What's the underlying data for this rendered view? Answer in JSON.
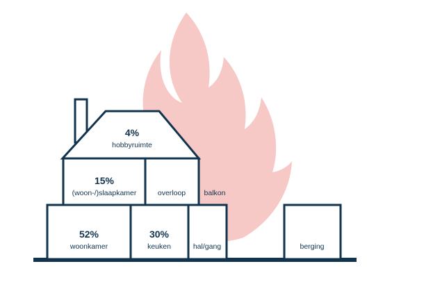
{
  "colors": {
    "ink": "#12334d",
    "flame": "#f6c9c6",
    "background": "#ffffff"
  },
  "rooms": {
    "hobby": {
      "pct": "4%",
      "label": "hobbyruimte"
    },
    "sleep": {
      "pct": "15%",
      "label": "(woon-/)slaapkamer"
    },
    "landing": {
      "label": "overloop"
    },
    "balcony": {
      "label": "balkon"
    },
    "living": {
      "pct": "52%",
      "label": "woonkamer"
    },
    "kitchen": {
      "pct": "30%",
      "label": "keuken"
    },
    "hallway": {
      "label": "hal/gang"
    },
    "storage": {
      "label": "berging"
    }
  }
}
